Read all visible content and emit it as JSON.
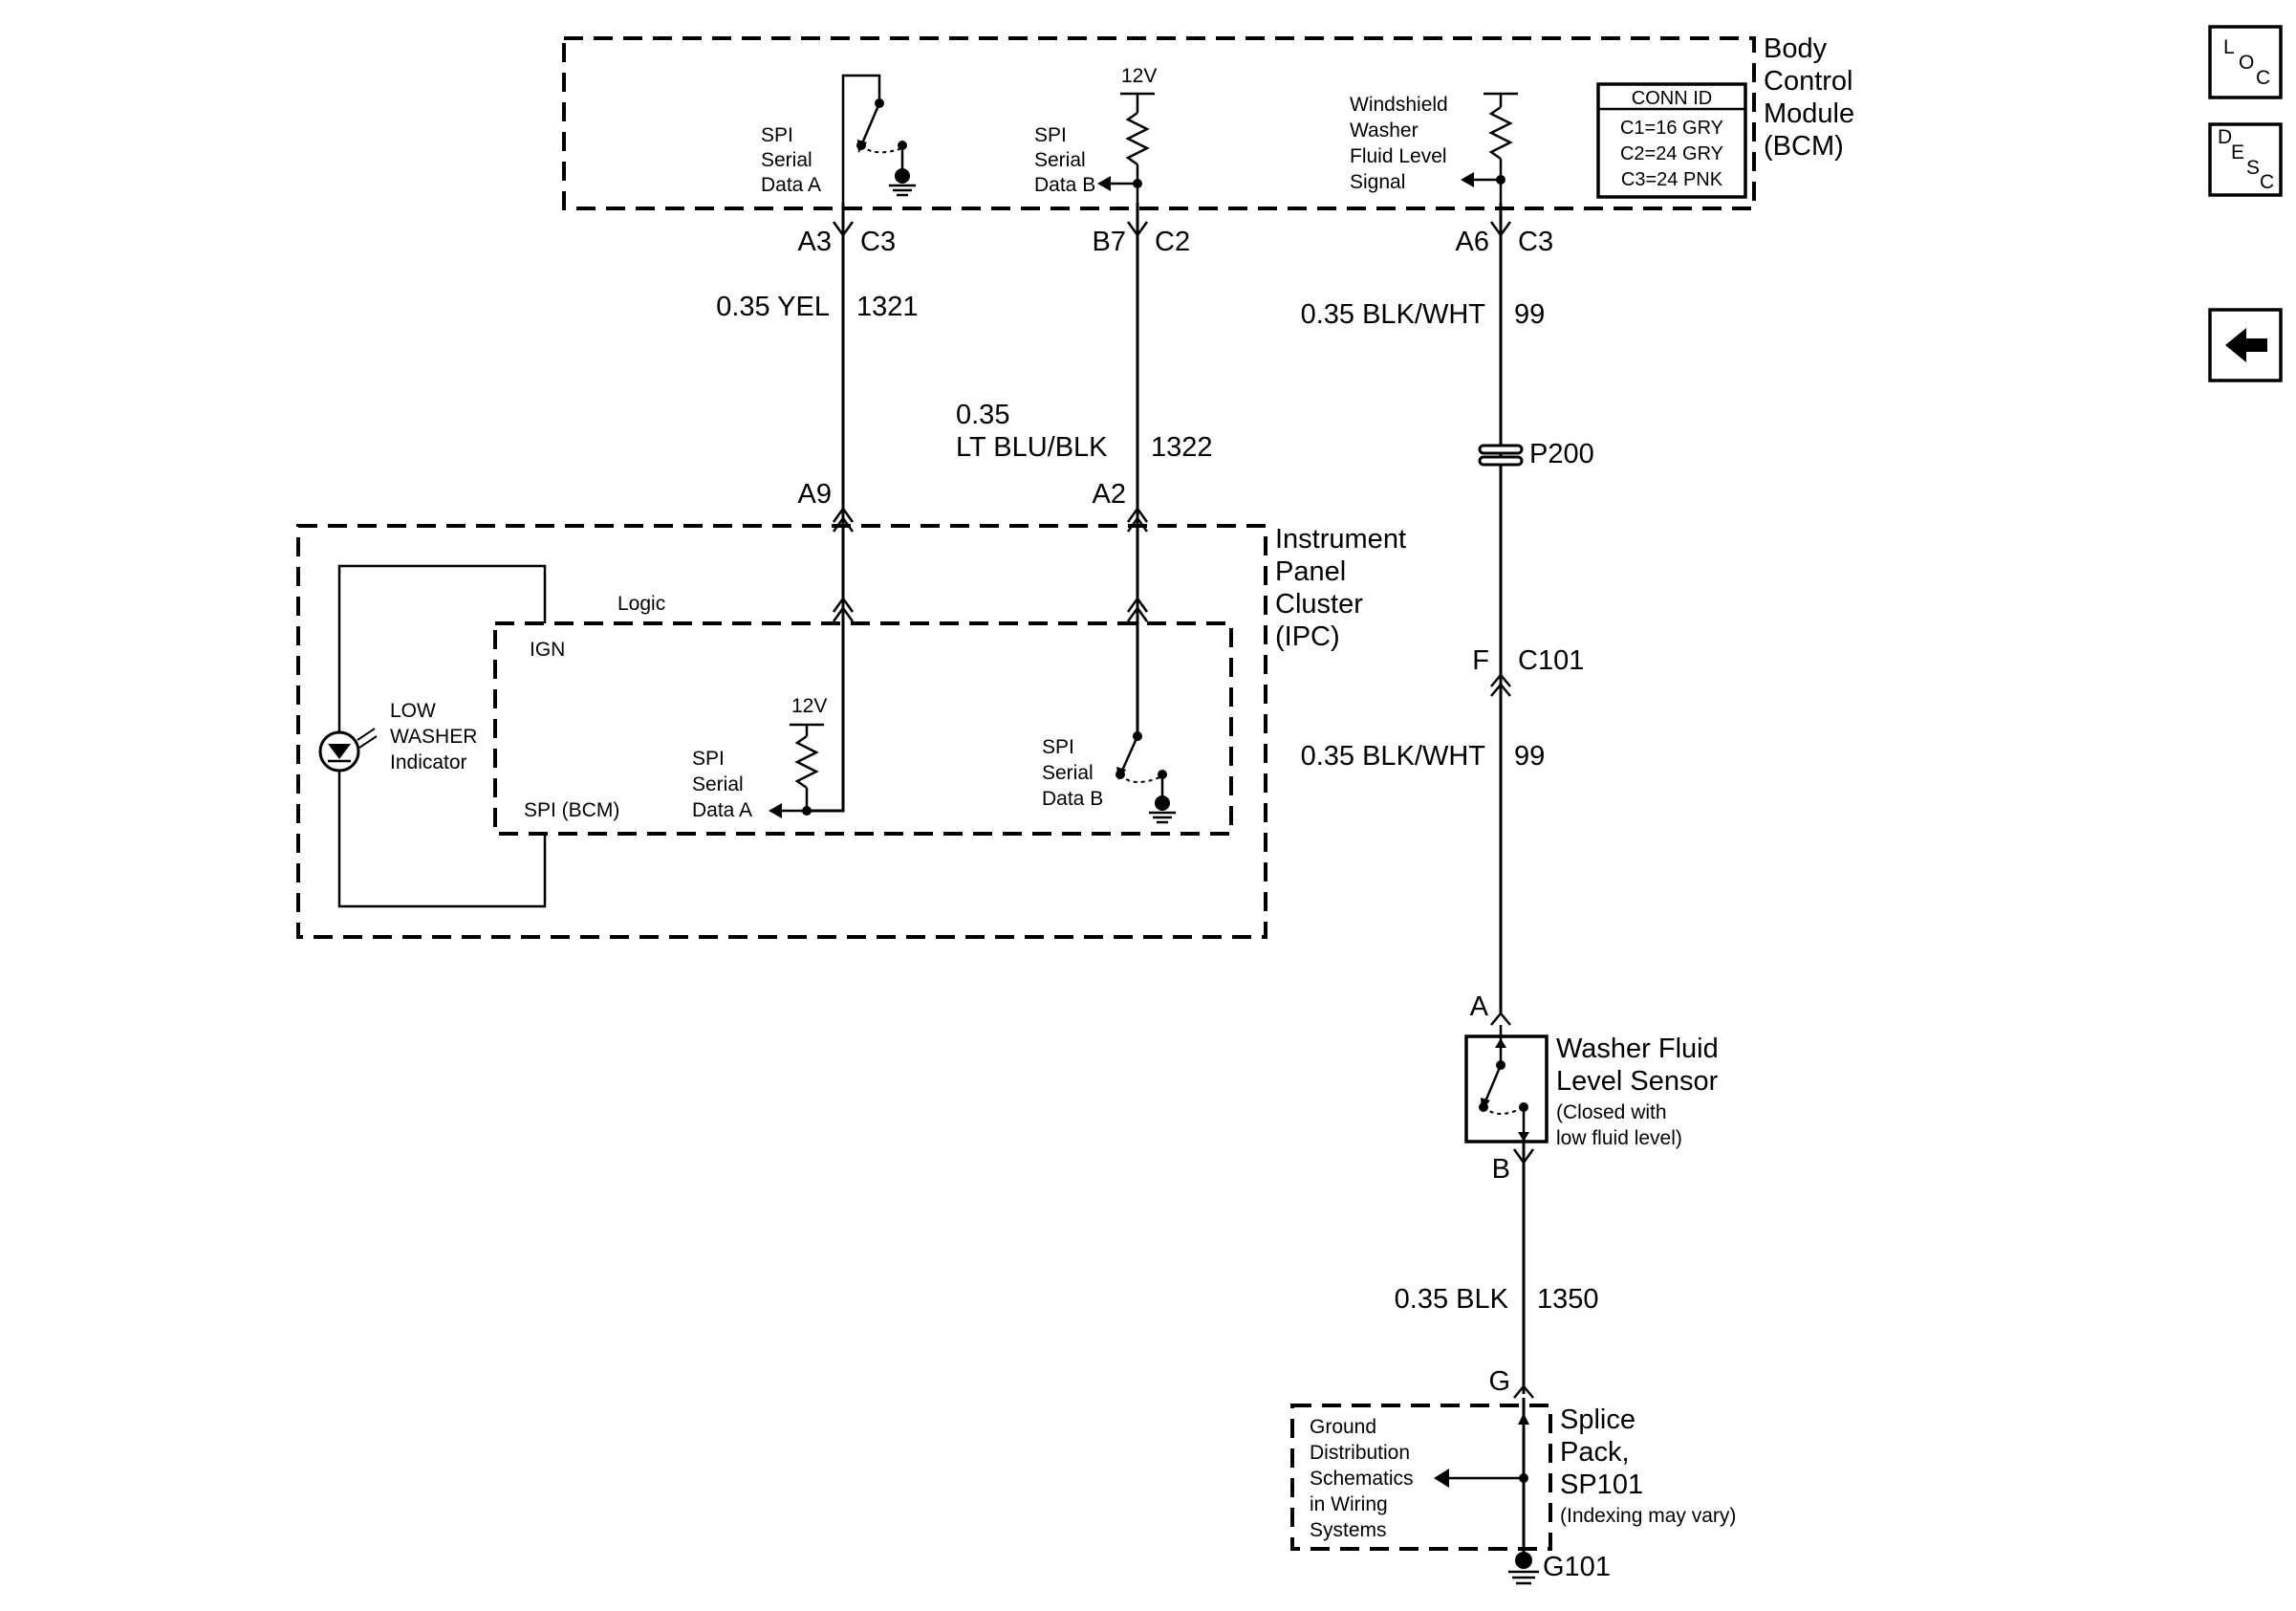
{
  "bcm": {
    "name": [
      "Body",
      "Control",
      "Module",
      "(BCM)"
    ],
    "spi_a": [
      "SPI",
      "Serial",
      "Data A"
    ],
    "spi_b": [
      "SPI",
      "Serial",
      "Data B"
    ],
    "v12": "12V",
    "wsw": [
      "Windshield",
      "Washer",
      "Fluid Level",
      "Signal"
    ],
    "conn_title": "CONN ID",
    "conn": [
      "C1=16 GRY",
      "C2=24 GRY",
      "C3=24 PNK"
    ]
  },
  "pins": {
    "a3": "A3",
    "c3a": "C3",
    "b7": "B7",
    "c2": "C2",
    "a6": "A6",
    "c3b": "C3",
    "a9": "A9",
    "a2": "A2",
    "f": "F",
    "c101": "C101",
    "a": "A",
    "b": "B",
    "g": "G"
  },
  "wires": {
    "w1_color": "0.35 YEL",
    "w1_num": "1321",
    "w2_color_1": "0.35",
    "w2_color_2": "LT BLU/BLK",
    "w2_num": "1322",
    "w3_color": "0.35 BLK/WHT",
    "w3_num": "99",
    "w4_color": "0.35 BLK/WHT",
    "w4_num": "99",
    "w5_color": "0.35 BLK",
    "w5_num": "1350",
    "p200": "P200"
  },
  "ipc": {
    "name": [
      "Instrument",
      "Panel",
      "Cluster",
      "(IPC)"
    ],
    "logic": "Logic",
    "ign": "IGN",
    "spi_bcm": "SPI (BCM)",
    "low": [
      "LOW",
      "WASHER",
      "Indicator"
    ],
    "spi_a": [
      "SPI",
      "Serial",
      "Data A"
    ],
    "spi_b": [
      "SPI",
      "Serial",
      "Data B"
    ],
    "v12": "12V"
  },
  "sensor": {
    "name": [
      "Washer Fluid",
      "Level Sensor"
    ],
    "note": [
      "(Closed with",
      "low fluid level)"
    ]
  },
  "splice": {
    "name": [
      "Splice",
      "Pack,",
      "SP101"
    ],
    "note": "(Indexing may vary)",
    "gnd": [
      "Ground",
      "Distribution",
      "Schematics",
      "in Wiring",
      "Systems"
    ],
    "g101": "G101"
  },
  "nav": {
    "loc": [
      "L",
      "O",
      "C"
    ],
    "desc": [
      "D",
      "E",
      "S",
      "C"
    ]
  }
}
